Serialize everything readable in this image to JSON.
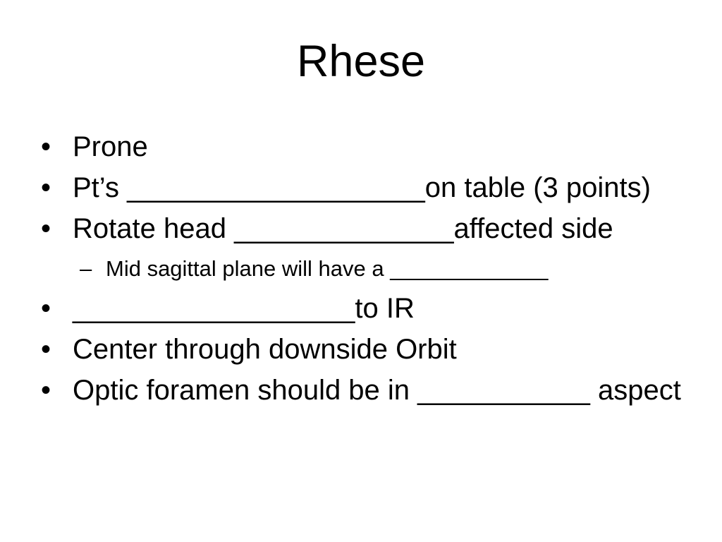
{
  "slide": {
    "title": "Rhese",
    "colors": {
      "background": "#ffffff",
      "text": "#000000"
    },
    "bullets": [
      {
        "level": 1,
        "marker": "•",
        "text": "Prone"
      },
      {
        "level": 1,
        "marker": "•",
        "text": "Pt’s ___________________on table (3 points)"
      },
      {
        "level": 1,
        "marker": "•",
        "text": "Rotate head ______________affected side"
      },
      {
        "level": 2,
        "marker": "–",
        "text": "Mid sagittal plane will have a _____________"
      },
      {
        "level": 1,
        "marker": "•",
        "text": "__________________to IR"
      },
      {
        "level": 1,
        "marker": "•",
        "text": "Center through downside Orbit"
      },
      {
        "level": 1,
        "marker": "•",
        "text": "Optic foramen should be in ___________ aspect"
      }
    ]
  }
}
